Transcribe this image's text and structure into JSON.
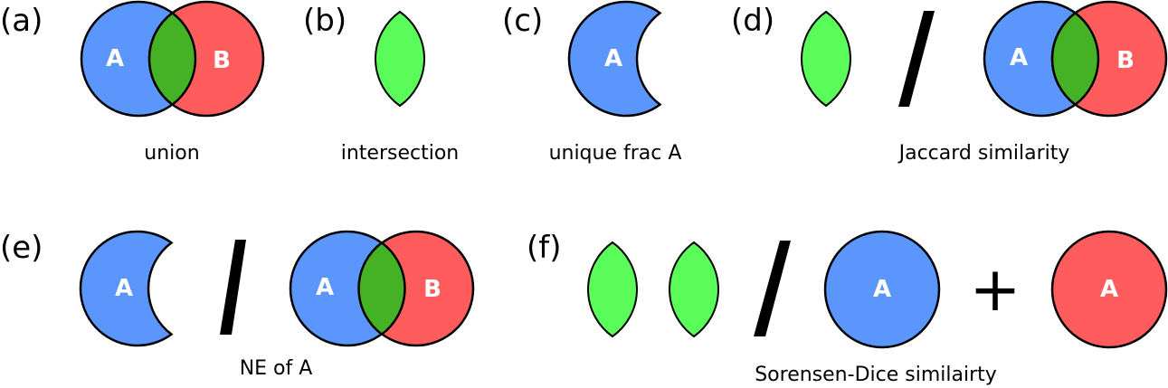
{
  "colors": {
    "set_a": "#5b96fd",
    "set_b": "#ff5d5d",
    "intersection_in_venn": "#45b124",
    "intersection_alone": "#5afc5a"
  },
  "set_labels": {
    "a": "A",
    "b": "B"
  },
  "panels": [
    {
      "tag": "(a)",
      "caption": "union"
    },
    {
      "tag": "(b)",
      "caption": "intersection"
    },
    {
      "tag": "(c)",
      "caption": "unique frac A"
    },
    {
      "tag": "(d)",
      "caption": "Jaccard similarity"
    },
    {
      "tag": "(e)",
      "caption": "NE of A"
    },
    {
      "tag": "(f)",
      "caption": "Sorensen-Dice similairty",
      "plus": "+"
    }
  ]
}
